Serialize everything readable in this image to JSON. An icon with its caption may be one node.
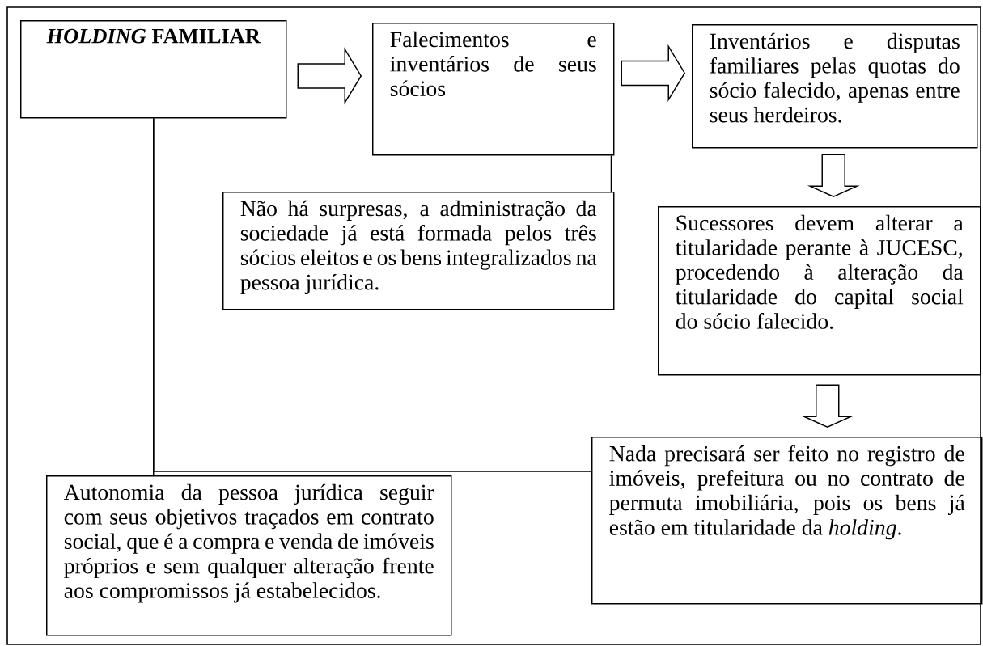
{
  "diagram": {
    "nodes": [
      {
        "text": [
          "*HOLDING* FAMILIAR"
        ]
      },
      {
        "text": [
          "Falecimentos e inventários de seus sócios"
        ]
      },
      {
        "text": [
          "Inventários e disputas familiares pelas quotas do sócio falecido, apenas entre seus herdeiros."
        ]
      },
      {
        "text": [
          "Não há surpresas, a administração da sociedade já está formada pelos três sócios eleitos e os bens integralizados na pessoa jurídica."
        ]
      },
      {
        "text": [
          "Sucessores devem alterar a titularidade perante à JUCESC, procedendo à alteração da titularidade do capital social do sócio falecido."
        ]
      },
      {
        "text": [
          "Nada precisará ser feito no registro de imóveis, prefeitura ou no contrato de permuta imobiliária, pois os bens já estão em titularidade da *holding*."
        ]
      },
      {
        "text": [
          "Autonomia da pessoa jurídica seguir com seus objetivos traçados em contrato social, que é a compra e venda de imóveis próprios e sem qualquer alteração frente aos compromissos já estabelecidos."
        ]
      }
    ],
    "edges": [
      {
        "from": 0,
        "to": 1,
        "arrow": "to"
      },
      {
        "from": 1,
        "to": 2,
        "arrow": "to"
      },
      {
        "from": 2,
        "to": 4,
        "arrow": "to"
      },
      {
        "from": 4,
        "to": 5,
        "arrow": "to"
      },
      {
        "from": 0,
        "to": 6,
        "arrow": "none"
      },
      {
        "from": 0,
        "to": 5,
        "arrow": "none"
      },
      {
        "from": 1,
        "to": 3,
        "arrow": "none"
      }
    ]
  }
}
